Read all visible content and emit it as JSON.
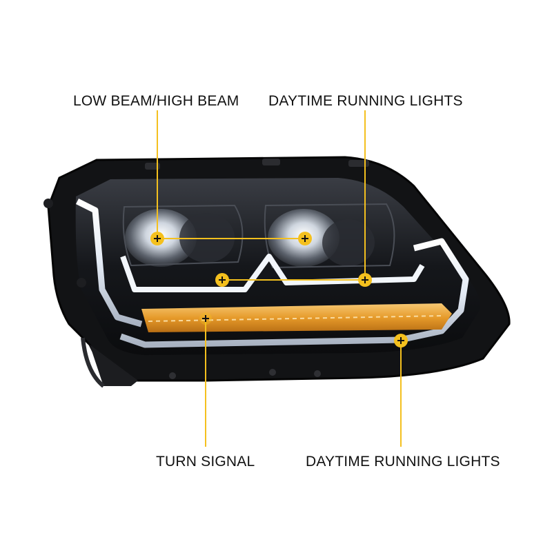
{
  "labels": {
    "low_high_beam": "LOW BEAM/HIGH BEAM",
    "drl_top": "DAYTIME RUNNING LIGHTS",
    "turn_signal": "TURN SIGNAL",
    "drl_bottom": "DAYTIME RUNNING LIGHTS"
  },
  "callouts": [
    {
      "name": "low-beam-marker",
      "label": "low_high_beam"
    },
    {
      "name": "high-beam-marker",
      "label": "low_high_beam"
    },
    {
      "name": "drl-left-marker",
      "label": "drl_top"
    },
    {
      "name": "drl-right-marker",
      "label": "drl_top"
    },
    {
      "name": "turn-signal-marker",
      "label": "turn_signal"
    },
    {
      "name": "drl-lower-marker",
      "label": "drl_bottom"
    }
  ],
  "colors": {
    "callout": "#f4c01e",
    "housing": "#141414",
    "amber": "#e8a030",
    "drl_glow": "#eef3fa"
  }
}
